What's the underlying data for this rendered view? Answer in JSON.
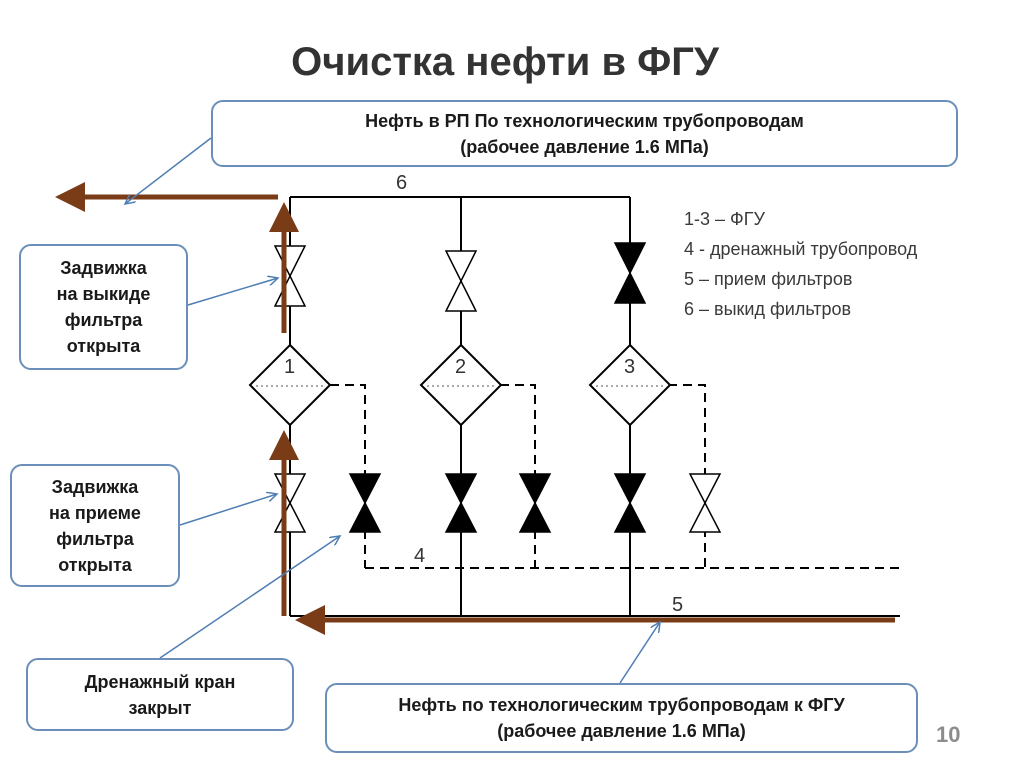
{
  "title": "Очистка нефти в ФГУ",
  "callouts": {
    "top": [
      "Нефть в РП По технологическим трубопроводам",
      "(рабочее давление 1.6 МПа)"
    ],
    "valve_outlet": [
      "Задвижка",
      "на выкиде",
      "фильтра",
      "открыта"
    ],
    "valve_inlet": [
      "Задвижка",
      "на приеме",
      "фильтра",
      "открыта"
    ],
    "drain": [
      "Дренажный кран",
      "закрыт"
    ],
    "bottom": [
      "Нефть по технологическим трубопроводам к ФГУ",
      "(рабочее давление 1.6 МПа)"
    ]
  },
  "legend": [
    "1-3 – ФГУ",
    "4 - дренажный трубопровод",
    "5 – прием фильтров",
    "6 – выкид фильтров"
  ],
  "labels": {
    "filter_1": "1",
    "filter_2": "2",
    "filter_3": "3",
    "line_4": "4",
    "line_5": "5",
    "line_6": "6"
  },
  "page_number": "10",
  "colors": {
    "flow": "#7a3b17",
    "callout_border": "#6b8fb9",
    "pipe": "#000000"
  }
}
